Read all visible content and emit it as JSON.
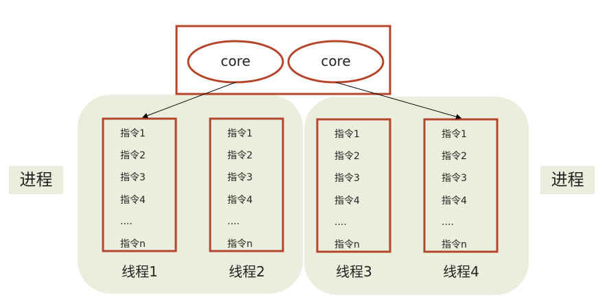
{
  "cpu": {
    "cores": [
      "core",
      "core"
    ]
  },
  "process_label": "进程",
  "threads": [
    {
      "label": "线程1",
      "instructions": [
        "指令1",
        "指令2",
        "指令3",
        "指令4",
        "....",
        "指令n"
      ]
    },
    {
      "label": "线程2",
      "instructions": [
        "指令1",
        "指令2",
        "指令3",
        "指令4",
        "....",
        "指令n"
      ]
    },
    {
      "label": "线程3",
      "instructions": [
        "指令1",
        "指令2",
        "指令3",
        "指令4",
        "....",
        "指令n"
      ]
    },
    {
      "label": "线程4",
      "instructions": [
        "指令1",
        "指令2",
        "指令3",
        "指令4",
        "....",
        "指令n"
      ]
    }
  ],
  "colors": {
    "border": "#b5442a",
    "process_bg": "#eceedd"
  }
}
